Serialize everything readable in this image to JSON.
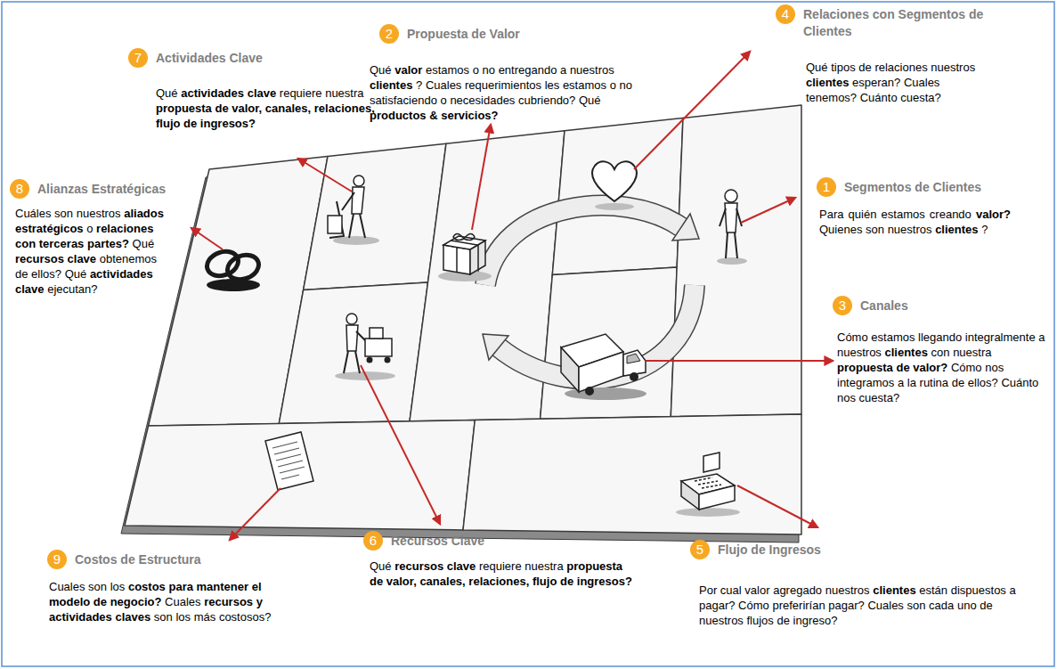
{
  "diagram": {
    "nodes": [
      {
        "text": [
          "1",
          "Segmentos de Clientes"
        ]
      },
      {
        "text": [
          "2",
          "Propuesta de Valor"
        ]
      },
      {
        "text": [
          "3",
          "Canales"
        ]
      },
      {
        "text": [
          "4",
          "Relaciones con Segmentos de Clientes"
        ]
      },
      {
        "text": [
          "5",
          "Flujo de Ingresos"
        ]
      },
      {
        "text": [
          "6",
          "Recursos Clave"
        ]
      },
      {
        "text": [
          "7",
          "Actividades Clave"
        ]
      },
      {
        "text": [
          "8",
          "Alianzas Estratégicas"
        ]
      },
      {
        "text": [
          "9",
          "Costos de Estructura"
        ]
      }
    ],
    "labels": [
      "Para quién estamos creando valor? Quienes son nuestros clientes ?",
      "Qué valor estamos o no entregando a nuestros clientes ? Cuales requerimientos les estamos o no satisfaciendo o necesidades cubriendo? Qué productos & servicios?",
      "Cómo estamos llegando integralmente a nuestros clientes con nuestra propuesta de valor? Cómo nos integramos a la rutina de ellos? Cuánto nos cuesta?",
      "Qué tipos de relaciones nuestros clientes esperan? Cuales tenemos? Cuánto cuesta?",
      "Por cual valor agregado nuestros clientes están dispuestos a pagar? Cómo preferirían pagar? Cuales son cada uno de nuestros flujos de ingreso?",
      "Qué recursos clave requiere nuestra propuesta de valor, canales, relaciones, flujo de ingresos?",
      "Qué actividades clave requiere nuestra propuesta de valor, canales, relaciones, flujo de ingresos?",
      "Cuáles son nuestros aliados estratégicos o relaciones con terceras partes? Qué recursos clave obtenemos de ellos? Qué actividades clave ejecutan?",
      "Cuales son los costos para mantener el modelo de negocio? Cuales recursos y actividades claves son los más costosos?"
    ]
  }
}
